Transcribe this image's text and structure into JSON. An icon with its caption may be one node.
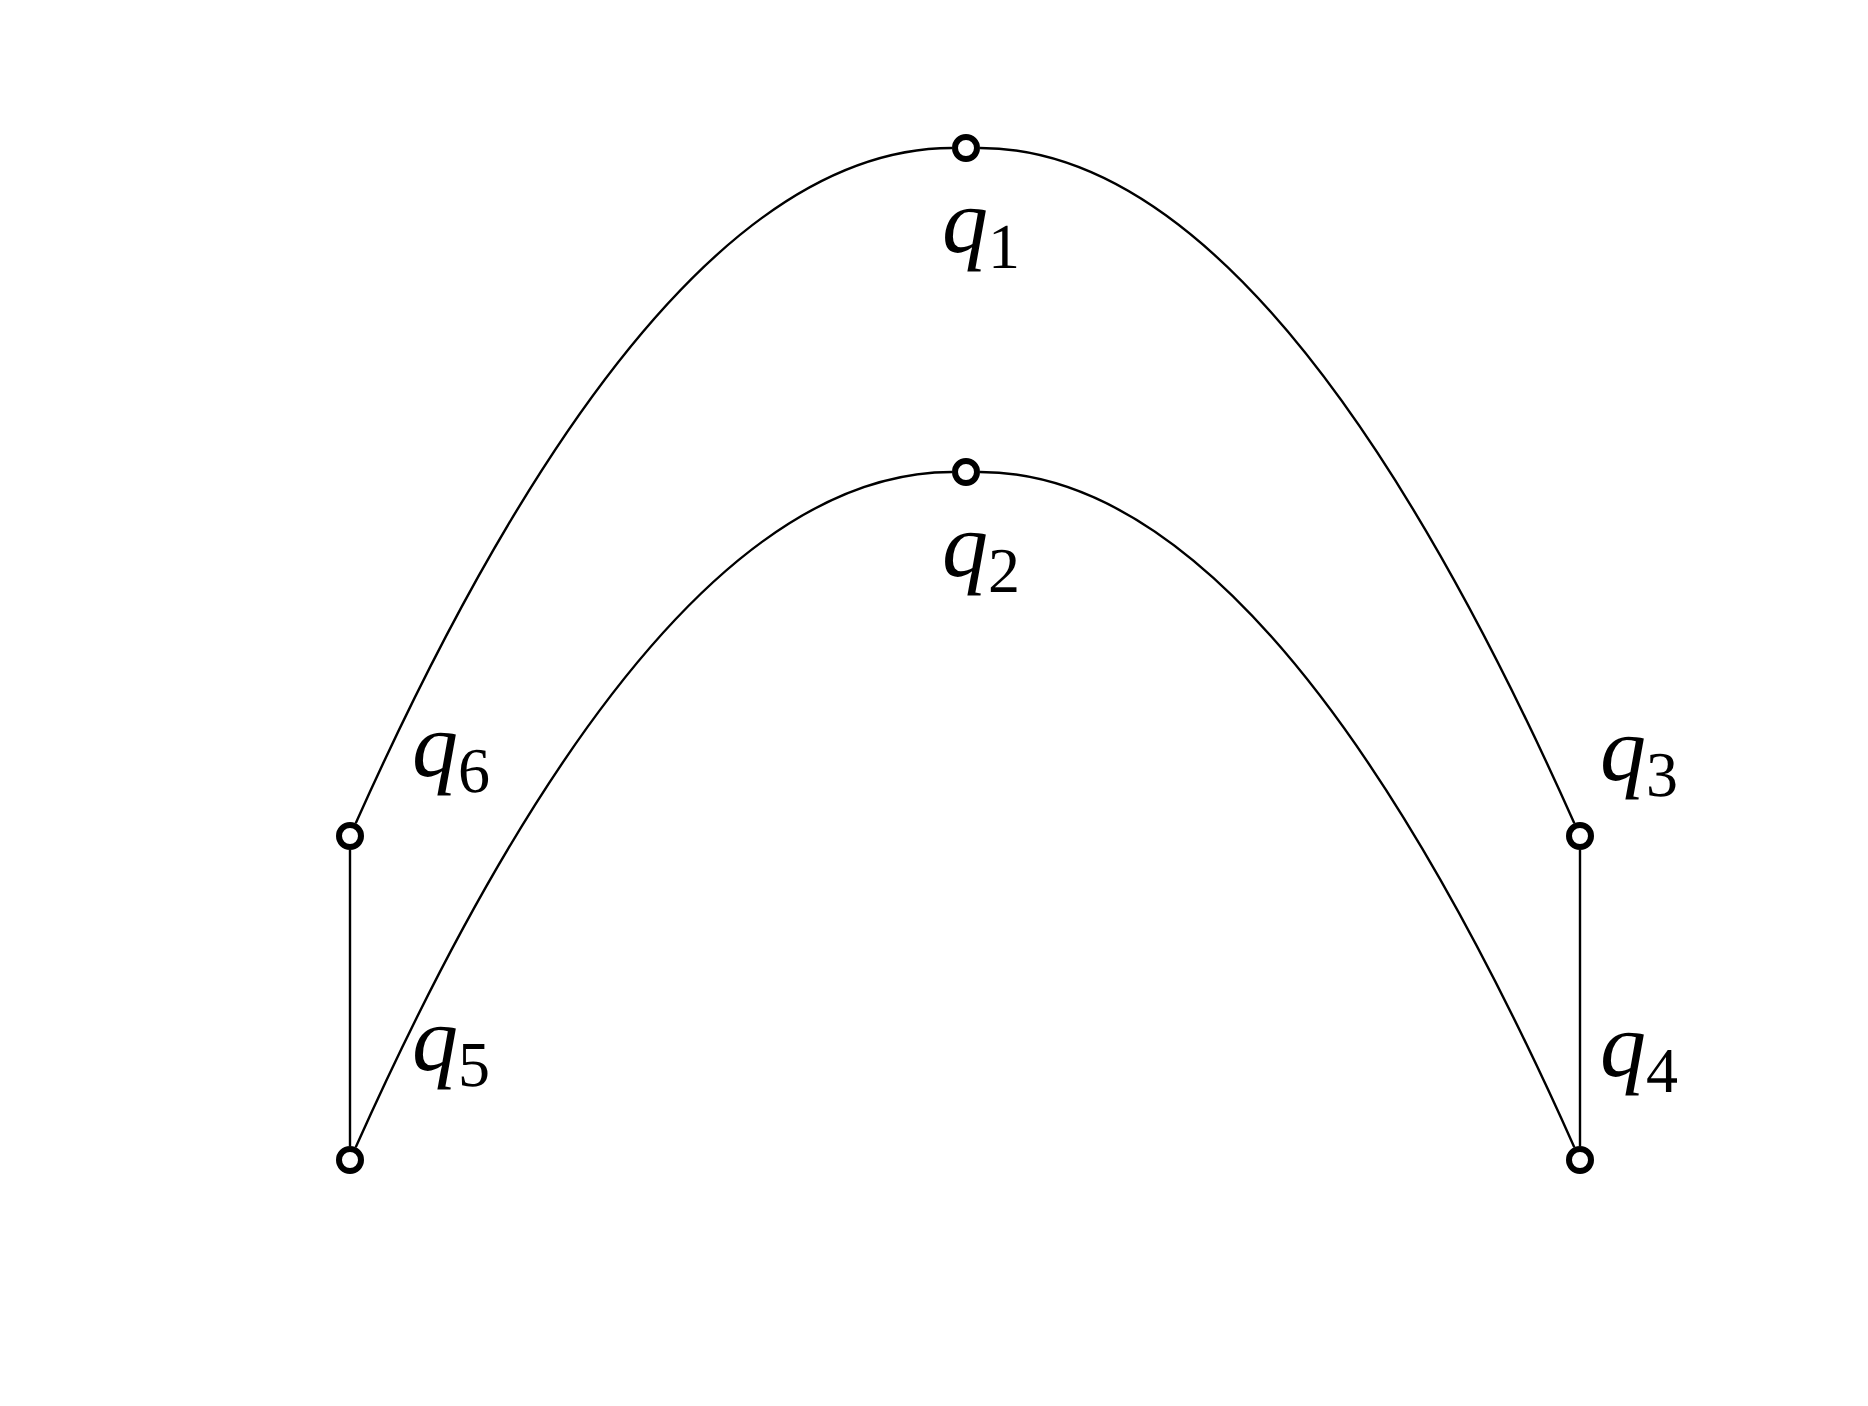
{
  "diagram": {
    "nodes": [
      {
        "text": [],
        "shape": "circle",
        "beside": [
          "*q*$_{1}$"
        ]
      },
      {
        "text": [],
        "shape": "circle",
        "beside": [
          "*q*$_{2}$"
        ]
      },
      {
        "text": [],
        "shape": "circle",
        "beside": [
          "*q*$_{3}$"
        ]
      },
      {
        "text": [],
        "shape": "circle",
        "beside": [
          "*q*$_{4}$"
        ]
      },
      {
        "text": [],
        "shape": "circle",
        "beside": [
          "*q*$_{5}$"
        ]
      },
      {
        "text": [],
        "shape": "circle",
        "beside": [
          "*q*$_{6}$"
        ]
      }
    ],
    "edges": [
      {
        "from": 5,
        "to": 0,
        "arrow": "none"
      },
      {
        "from": 0,
        "to": 2,
        "arrow": "none"
      },
      {
        "from": 2,
        "to": 3,
        "arrow": "none"
      },
      {
        "from": 3,
        "to": 1,
        "arrow": "none"
      },
      {
        "from": 1,
        "to": 4,
        "arrow": "none"
      },
      {
        "from": 4,
        "to": 5,
        "arrow": "none"
      }
    ]
  }
}
